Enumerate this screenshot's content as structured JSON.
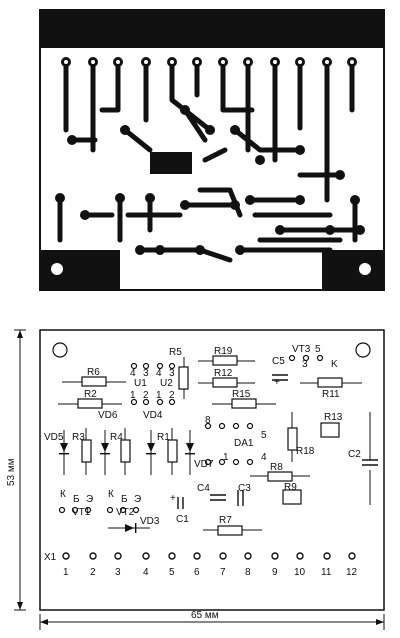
{
  "component_labels": [
    "R6",
    "R2",
    "R5",
    "R19",
    "R12",
    "R15",
    "C5",
    "VT3",
    "R11",
    "U1",
    "U2",
    "VD6",
    "VD4",
    "R13",
    "VD5",
    "R3",
    "R4",
    "R1",
    "VD7",
    "DA1",
    "R18",
    "C2",
    "R8",
    "R9",
    "C4",
    "C3",
    "C1",
    "R7",
    "VT1",
    "VT2",
    "VD3"
  ],
  "pin_marks": [
    "4",
    "3",
    "1",
    "2",
    "4",
    "3",
    "1",
    "2",
    "5",
    "3",
    "K",
    "8",
    "5",
    "1",
    "4",
    "К",
    "Б",
    "Э",
    "К",
    "Б",
    "Э",
    "+",
    "+"
  ],
  "connector": {
    "name": "X1",
    "pins": [
      "1",
      "2",
      "3",
      "4",
      "5",
      "6",
      "7",
      "8",
      "9",
      "10",
      "11",
      "12"
    ]
  },
  "dimensions": {
    "width": "65 мм",
    "height": "53 мм"
  },
  "colors": {
    "copper": "#111111",
    "background": "#ffffff"
  }
}
